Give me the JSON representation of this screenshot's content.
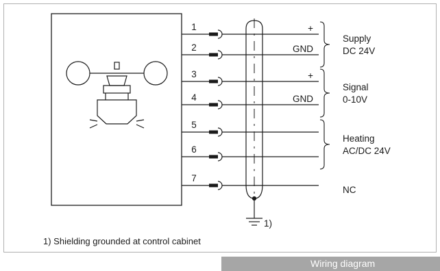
{
  "pins": [
    {
      "number": "1",
      "polarity": "+"
    },
    {
      "number": "2",
      "polarity": "GND"
    },
    {
      "number": "3",
      "polarity": "+"
    },
    {
      "number": "4",
      "polarity": "GND"
    },
    {
      "number": "5",
      "polarity": ""
    },
    {
      "number": "6",
      "polarity": ""
    },
    {
      "number": "7",
      "polarity": ""
    }
  ],
  "groups": [
    {
      "line1": "Supply",
      "line2": "DC 24V"
    },
    {
      "line1": "Signal",
      "line2": "0-10V"
    },
    {
      "line1": "Heating",
      "line2": "AC/DC 24V"
    }
  ],
  "nc_label": "NC",
  "shield_ref": "1)",
  "footnote": "1) Shielding grounded at control cabinet",
  "caption": "Wiring diagram",
  "colors": {
    "line": "#1a1a1a",
    "frame": "#b0b0b0",
    "caption_bg": "#a6a6a6"
  }
}
